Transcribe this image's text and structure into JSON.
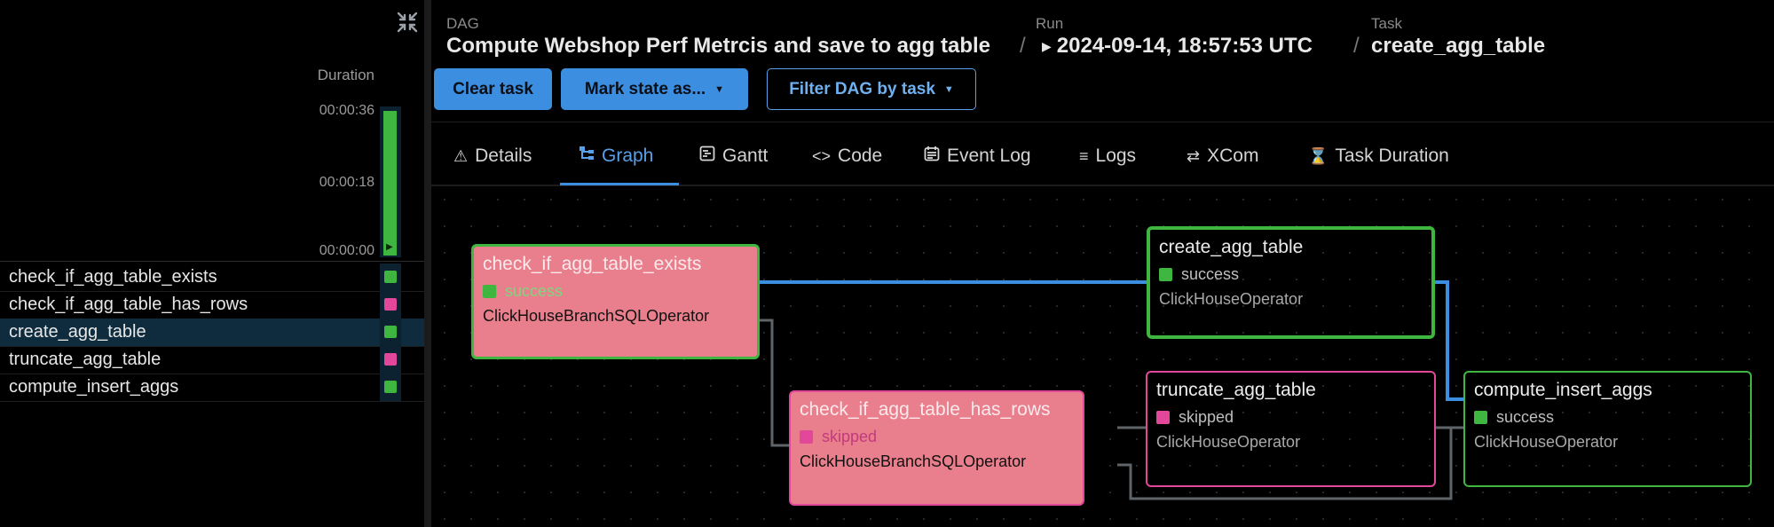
{
  "colors": {
    "success": "#3fb640",
    "skipped": "#e2479a",
    "accent": "#3b8ee0",
    "node_pink_fill": "#e97f8c"
  },
  "grid": {
    "collapse_icon": "collapse-arrows-icon",
    "duration_label": "Duration",
    "ticks": [
      "00:00:36",
      "00:00:18",
      "00:00:00"
    ],
    "duration_bar_fraction": 1.0,
    "tasks": [
      {
        "name": "check_if_agg_table_exists",
        "state": "success"
      },
      {
        "name": "check_if_agg_table_has_rows",
        "state": "skipped"
      },
      {
        "name": "create_agg_table",
        "state": "success",
        "selected": true
      },
      {
        "name": "truncate_agg_table",
        "state": "skipped"
      },
      {
        "name": "compute_insert_aggs",
        "state": "success"
      }
    ]
  },
  "header": {
    "dag_label": "DAG",
    "dag_value": "Compute Webshop Perf Metrcis and save to agg table",
    "run_label": "Run",
    "run_value": "2024-09-14, 18:57:53 UTC",
    "task_label": "Task",
    "task_value": "create_agg_table",
    "separator": "/"
  },
  "actions": {
    "clear_task": "Clear task",
    "mark_state": "Mark state as...",
    "filter_dag": "Filter DAG by task"
  },
  "tabs": [
    {
      "label": "Details",
      "icon": "warning-icon"
    },
    {
      "label": "Graph",
      "icon": "graph-icon",
      "active": true
    },
    {
      "label": "Gantt",
      "icon": "gantt-icon"
    },
    {
      "label": "Code",
      "icon": "code-icon"
    },
    {
      "label": "Event Log",
      "icon": "calendar-icon"
    },
    {
      "label": "Logs",
      "icon": "list-icon"
    },
    {
      "label": "XCom",
      "icon": "swap-arrows-icon"
    },
    {
      "label": "Task Duration",
      "icon": "hourglass-icon"
    }
  ],
  "graph": {
    "nodes": [
      {
        "id": "check_if_agg_table_exists",
        "title": "check_if_agg_table_exists",
        "state": "success",
        "operator": "ClickHouseBranchSQLOperator"
      },
      {
        "id": "create_agg_table",
        "title": "create_agg_table",
        "state": "success",
        "operator": "ClickHouseOperator"
      },
      {
        "id": "check_if_agg_table_has_rows",
        "title": "check_if_agg_table_has_rows",
        "state": "skipped",
        "operator": "ClickHouseBranchSQLOperator"
      },
      {
        "id": "truncate_agg_table",
        "title": "truncate_agg_table",
        "state": "skipped",
        "operator": "ClickHouseOperator"
      },
      {
        "id": "compute_insert_aggs",
        "title": "compute_insert_aggs",
        "state": "success",
        "operator": "ClickHouseOperator"
      }
    ]
  }
}
